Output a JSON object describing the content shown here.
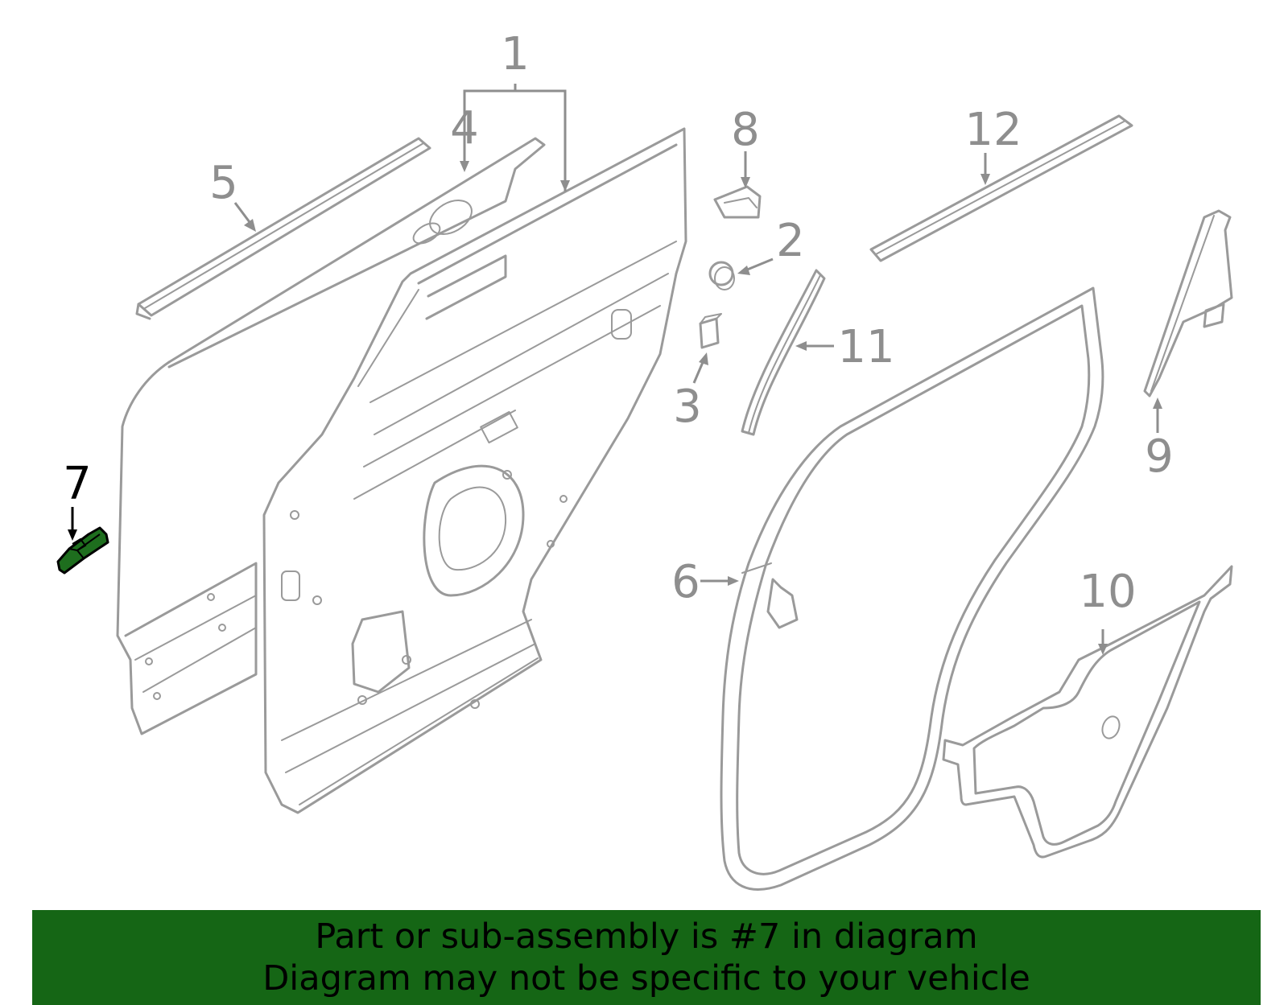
{
  "colors": {
    "highlight": "#1e6e1e",
    "banner": "#156615",
    "line": "#9a9a9a",
    "callout": "#8e8e8e",
    "active_callout": "#000000"
  },
  "callouts": {
    "c1": "1",
    "c2": "2",
    "c3": "3",
    "c4": "4",
    "c5": "5",
    "c6": "6",
    "c7": "7",
    "c8": "8",
    "c9": "9",
    "c10": "10",
    "c11": "11",
    "c12": "12"
  },
  "highlighted_part": "7",
  "banner": {
    "line1": "Part or sub-assembly is #7 in diagram",
    "line2": "Diagram may not be specific to your vehicle"
  }
}
